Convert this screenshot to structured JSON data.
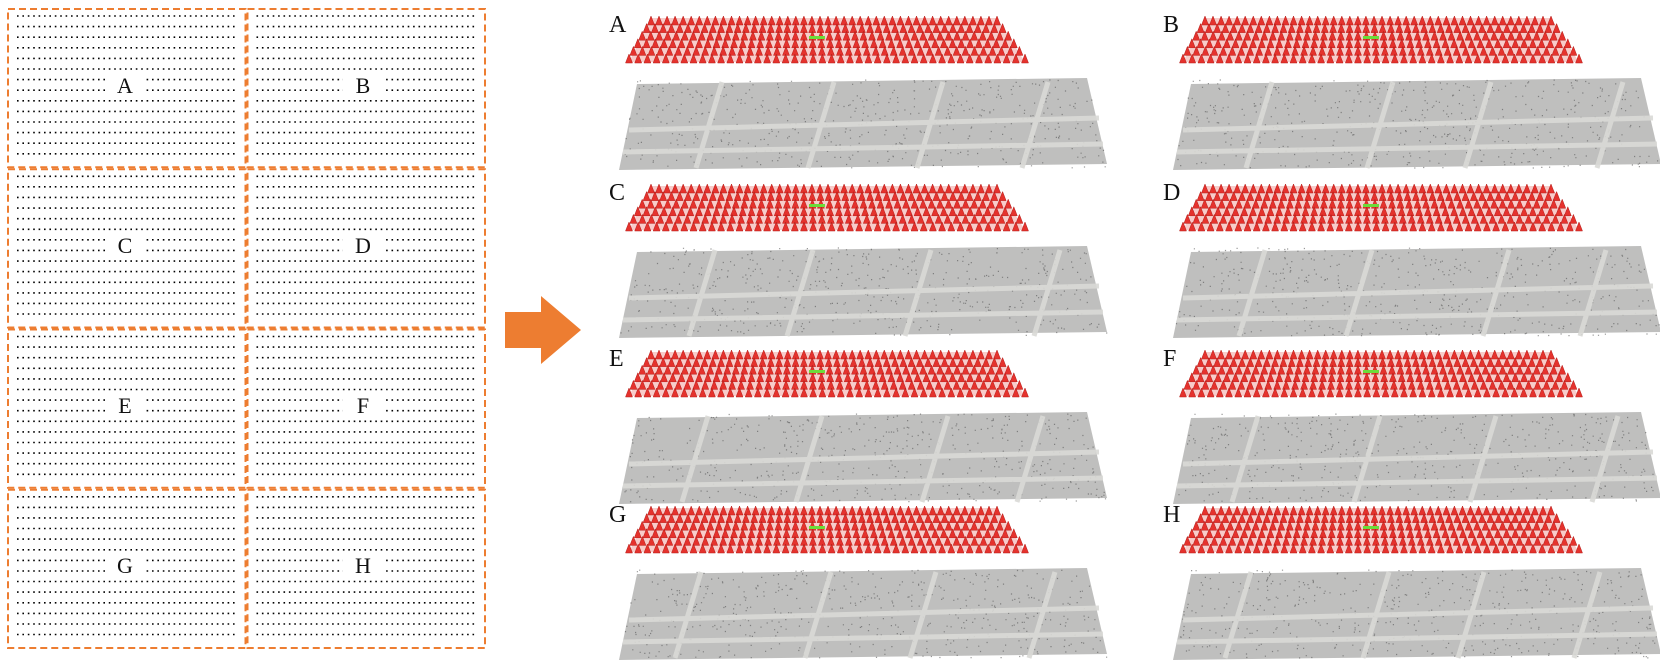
{
  "grid": {
    "rows": 4,
    "cols": 2,
    "cells": [
      "A",
      "B",
      "C",
      "D",
      "E",
      "F",
      "G",
      "H"
    ],
    "dot_color": "#000000",
    "border_color": "#ED7D31"
  },
  "arrow": {
    "color": "#ED7D31"
  },
  "reconstructions": [
    "A",
    "B",
    "C",
    "D",
    "E",
    "F",
    "G",
    "H"
  ],
  "colors": {
    "camera": "#E5322D",
    "camera_highlight": "#6BDC3A",
    "point_cloud": "#8A8A88",
    "road": "#D9D9D6"
  }
}
